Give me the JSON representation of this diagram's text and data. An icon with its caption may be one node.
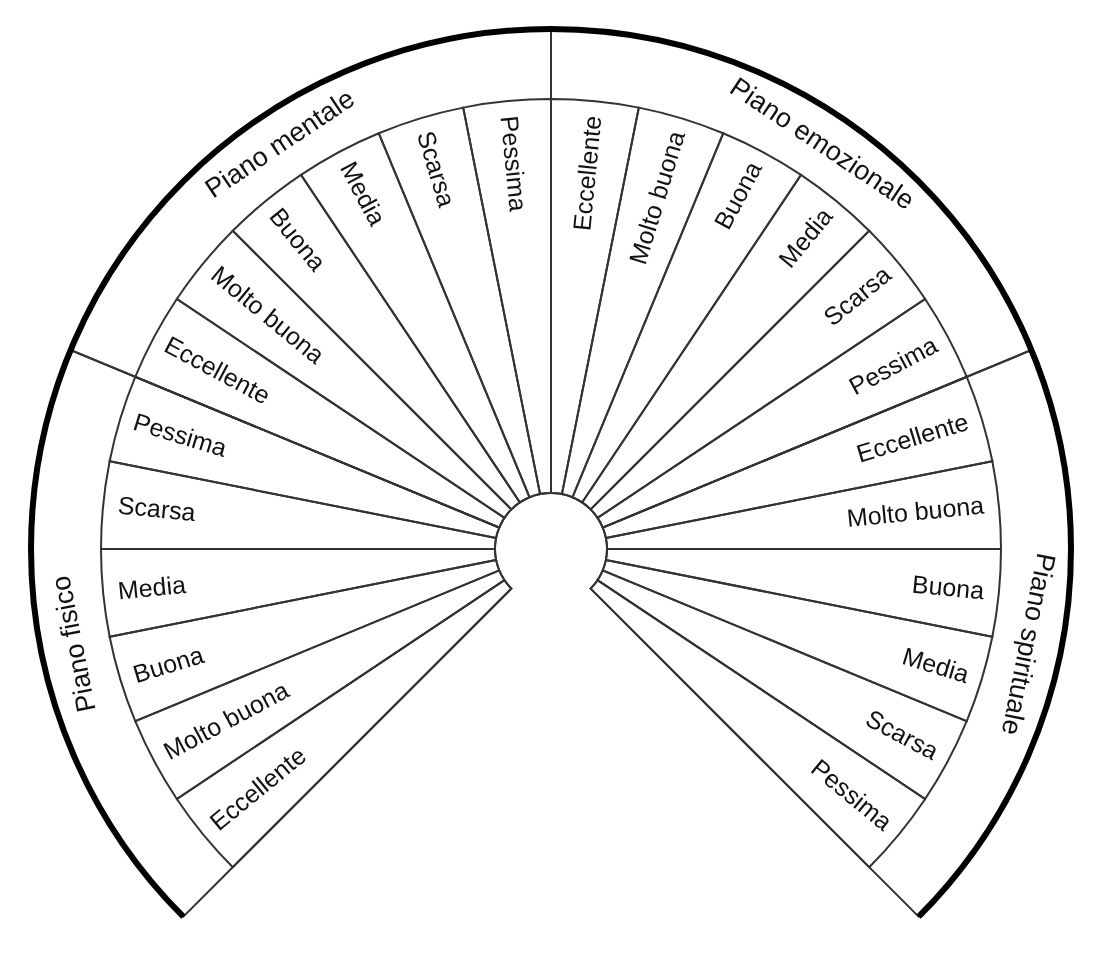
{
  "diagram": {
    "nodes": [
      {
        "text": [
          "Piano fisico"
        ]
      },
      {
        "text": [
          "Eccellente"
        ],
        "in": 0
      },
      {
        "text": [
          "Molto buona"
        ],
        "in": 0
      },
      {
        "text": [
          "Buona"
        ],
        "in": 0
      },
      {
        "text": [
          "Media"
        ],
        "in": 0
      },
      {
        "text": [
          "Scarsa"
        ],
        "in": 0
      },
      {
        "text": [
          "Pessima"
        ],
        "in": 0
      },
      {
        "text": [
          "Piano mentale"
        ]
      },
      {
        "text": [
          "Eccellente"
        ],
        "in": 7
      },
      {
        "text": [
          "Molto buona"
        ],
        "in": 7
      },
      {
        "text": [
          "Buona"
        ],
        "in": 7
      },
      {
        "text": [
          "Media"
        ],
        "in": 7
      },
      {
        "text": [
          "Scarsa"
        ],
        "in": 7
      },
      {
        "text": [
          "Pessima"
        ],
        "in": 7
      },
      {
        "text": [
          "Piano emozionale"
        ]
      },
      {
        "text": [
          "Eccellente"
        ],
        "in": 14
      },
      {
        "text": [
          "Molto buona"
        ],
        "in": 14
      },
      {
        "text": [
          "Buona"
        ],
        "in": 14
      },
      {
        "text": [
          "Media"
        ],
        "in": 14
      },
      {
        "text": [
          "Scarsa"
        ],
        "in": 14
      },
      {
        "text": [
          "Pessima"
        ],
        "in": 14
      },
      {
        "text": [
          "Piano spirituale"
        ]
      },
      {
        "text": [
          "Eccellente"
        ],
        "in": 21
      },
      {
        "text": [
          "Molto buona"
        ],
        "in": 21
      },
      {
        "text": [
          "Buona"
        ],
        "in": 21
      },
      {
        "text": [
          "Media"
        ],
        "in": 21
      },
      {
        "text": [
          "Scarsa"
        ],
        "in": 21
      },
      {
        "text": [
          "Pessima"
        ],
        "in": 21
      }
    ]
  }
}
